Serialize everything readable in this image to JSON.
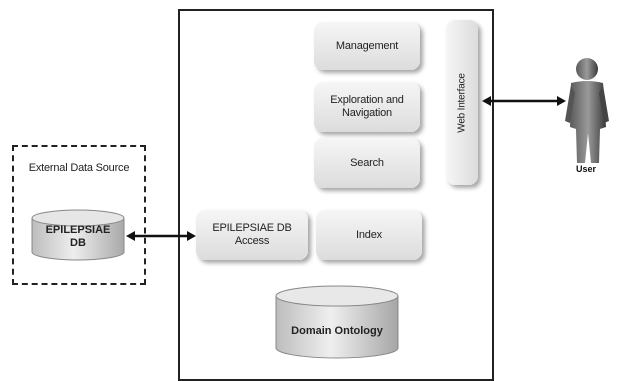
{
  "external_source": {
    "label": "External Data Source"
  },
  "epilepsiae_db": {
    "label_line1": "EPILEPSIAE",
    "label_line2": "DB"
  },
  "system": {
    "management": "Management",
    "exploration_line1": "Exploration and",
    "exploration_line2": "Navigation",
    "search": "Search",
    "web_interface": "Web Interface",
    "db_access_line1": "EPILEPSIAE DB",
    "db_access_line2": "Access",
    "index": "Index",
    "domain_ontology": "Domain Ontology"
  },
  "user": {
    "label": "User",
    "icon": "user-icon"
  }
}
